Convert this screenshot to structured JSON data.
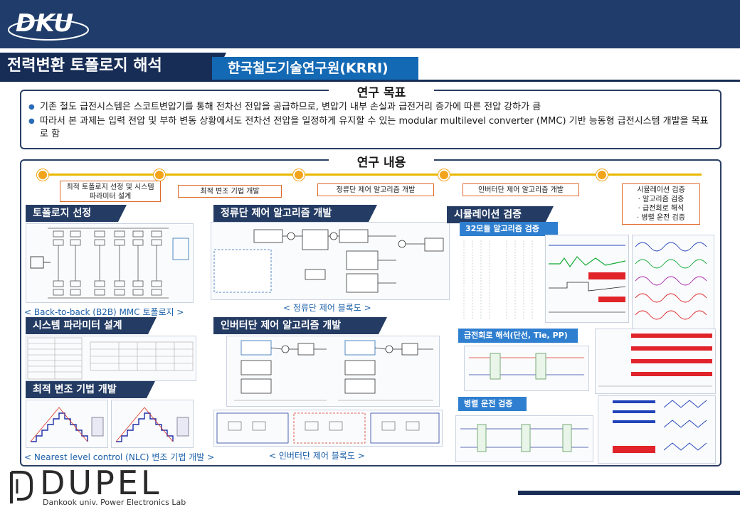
{
  "header": {
    "logo_text": "DKU",
    "title": "전력변환 토폴로지 해석",
    "organization": "한국철도기술연구원(KRRI)"
  },
  "goal": {
    "title": "연구 목표",
    "items": [
      "기존 철도 급전시스템은 스코트변압기를 통해 전차선 전압을 공급하므로, 변압기 내부 손실과 급전거리 증가에 따른 전압 강하가 큼",
      "따라서 본 과제는 입력 전압 및 부하 변동 상황에서도 전차선 전압을 일정하게 유지할 수 있는 modular multilevel converter (MMC) 기반 능동형 급전시스템 개발을 목표로 함"
    ]
  },
  "content": {
    "title": "연구 내용",
    "timeline": [
      "최적 토폴로지 선정 및 시스템 파라미터 설계",
      "최적 변조 기법 개발",
      "정류단 제어 알고리즘 개발",
      "인버터단 제어 알고리즘 개발",
      "시뮬레이션 검증",
      "· 알고리즘 검증",
      "· 급전회로 해석",
      "· 병렬 운전 검증"
    ],
    "sections": {
      "topology": "토폴로지 선정",
      "topology_caption": "< Back-to-back (B2B) MMC 토폴로지 >",
      "param": "시스템 파라미터 설계",
      "modulation": "최적 변조 기법 개발",
      "modulation_caption": "< Nearest level control (NLC) 변조 기법 개발 >",
      "rectifier": "정류단 제어 알고리즘 개발",
      "rectifier_caption": "< 정류단 제어 블록도 >",
      "inverter": "인버터단 제어 알고리즘 개발",
      "inverter_caption": "< 인버터단 제어 블록도 >",
      "simulation": "시뮬레이션 검증",
      "sim_sub1": "32모듈 알고리즘 검증",
      "sim_sub2": "급전회로 해석(단선, Tie, PP)",
      "sim_sub3": "병렬 운전 검증"
    }
  },
  "footer": {
    "brand": "DUPEL",
    "subtitle": "Dankook univ. Power Electronics Lab"
  },
  "colors": {
    "navy": "#172d56",
    "blue": "#1469b4",
    "timeline": "#e8b800",
    "accent": "#f2a51a"
  }
}
